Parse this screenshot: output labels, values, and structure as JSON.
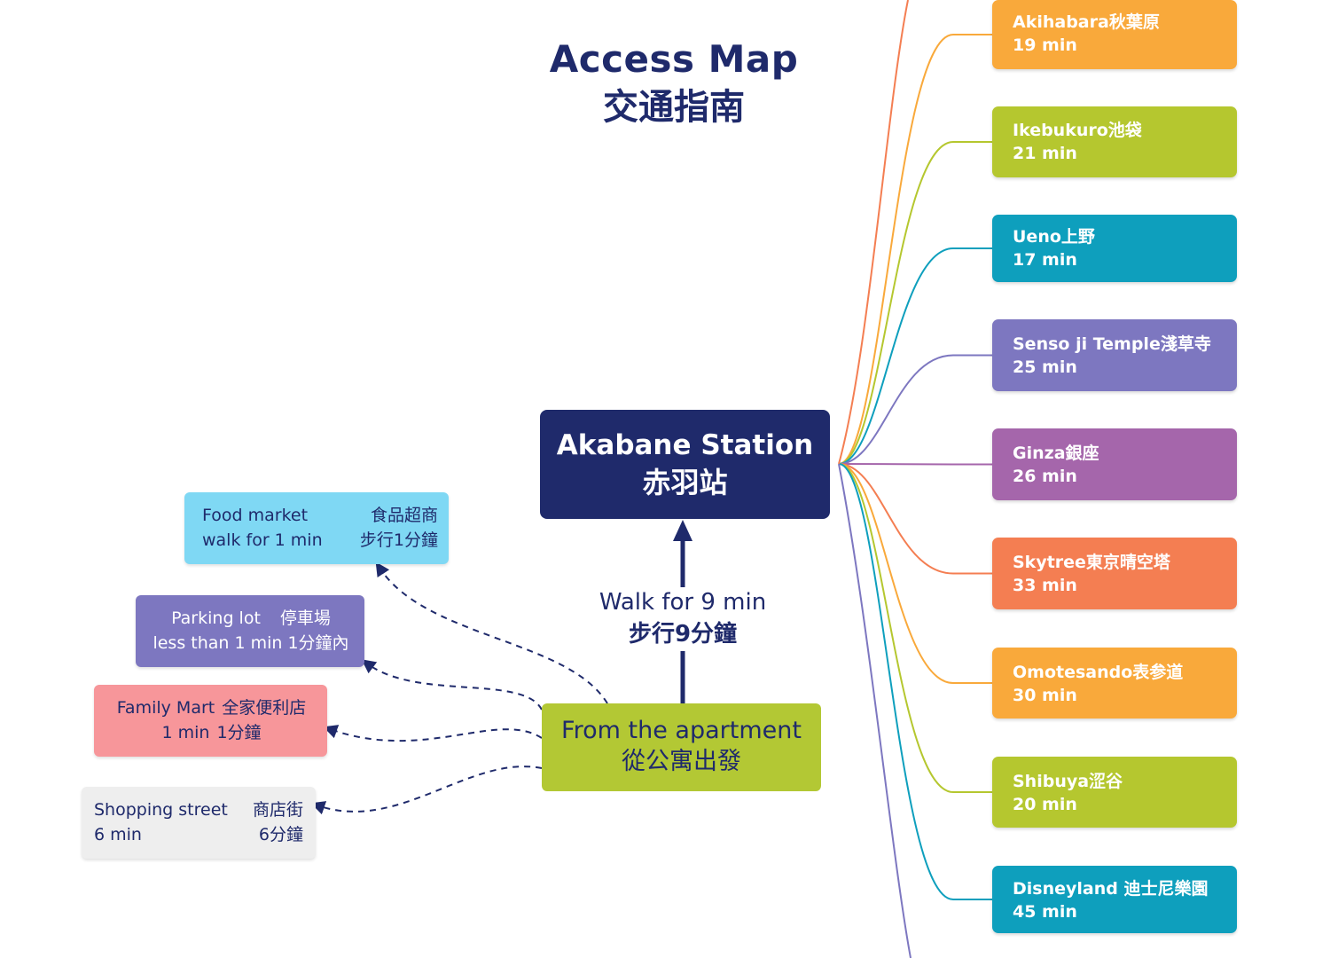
{
  "title": {
    "en": "Access Map",
    "zh": "交通指南"
  },
  "station": {
    "line1": "Akabane Station",
    "line2": "赤羽站",
    "color": "#1f2a6b"
  },
  "apartment": {
    "line1": "From the apartment",
    "line2": "從公寓出發",
    "color": "#b3c834"
  },
  "walk": {
    "line1": "Walk for 9 min",
    "line2": "步行9分鐘"
  },
  "destinations": [
    {
      "name": "Akihabara秋葉原",
      "time": "19 min",
      "color": "#f9a93b"
    },
    {
      "name": "Ikebukuro池袋",
      "time": "21 min",
      "color": "#b5c72f"
    },
    {
      "name": "Ueno上野",
      "time": "17 min",
      "color": "#0e9fbd"
    },
    {
      "name": "Senso ji Temple淺草寺",
      "time": "25 min",
      "color": "#7d77c0"
    },
    {
      "name": "Ginza銀座",
      "time": "26 min",
      "color": "#a566ab"
    },
    {
      "name": "Skytree東京晴空塔",
      "time": "33 min",
      "color": "#f47e52"
    },
    {
      "name": "Omotesando表参道",
      "time": "30 min",
      "color": "#f9a93b"
    },
    {
      "name": "Shibuya涩谷",
      "time": "20 min",
      "color": "#b5c72f"
    },
    {
      "name": "Disneyland 迪士尼樂園",
      "time": "45 min",
      "color": "#0e9fbd"
    }
  ],
  "places": {
    "food": {
      "name": "Food market",
      "name_zh": "食品超商",
      "time": "walk for 1 min",
      "time_zh": "步行1分鐘",
      "color": "#7fd8f4"
    },
    "parking": {
      "name": "Parking lot",
      "name_zh": "停車場",
      "time": "less than 1 min",
      "time_zh": "1分鐘內",
      "color": "#7d77c0"
    },
    "family": {
      "name": "Family Mart",
      "name_zh": "全家便利店",
      "time": "1 min",
      "time_zh": "1分鐘",
      "color": "#f7969a"
    },
    "shopping": {
      "name": "Shopping street",
      "name_zh": "商店街",
      "time": "6 min",
      "time_zh": "6分鐘",
      "color": "#eeeeee"
    }
  },
  "colors": {
    "ink": "#1f2a6b",
    "extra_branch_top": "#f47e52",
    "extra_branch_bottom": "#7d77c0"
  }
}
